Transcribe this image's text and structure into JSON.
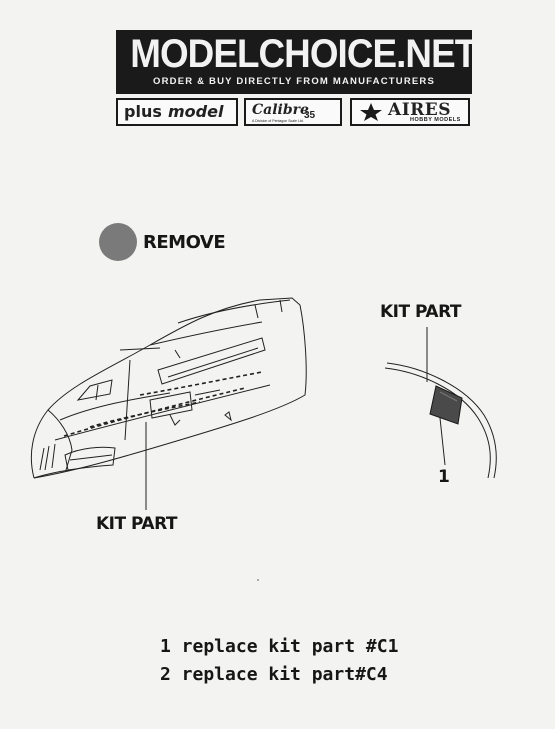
{
  "header": {
    "brand_title": "MODELCHOICE.NET",
    "brand_subtitle": "ORDER & BUY DIRECTLY FROM MANUFACTURERS",
    "logos": {
      "plusmodel_plus": "plus",
      "plusmodel_model": "model",
      "calibre_name": "Calibre",
      "calibre_number": "35",
      "calibre_fineprint": "A Division of Pentagon Scale Ltd.",
      "aires_name": "AIRES",
      "aires_tagline": "HOBBY MODELS"
    }
  },
  "diagram": {
    "remove_label": "REMOVE",
    "kit_part_top": "KIT PART",
    "kit_part_bottom": "KIT PART",
    "callout_number": "1",
    "remove_color": "#7a7a7a"
  },
  "instructions": [
    {
      "text": "1 replace kit part #C1"
    },
    {
      "text": "2 replace kit part#C4"
    }
  ]
}
